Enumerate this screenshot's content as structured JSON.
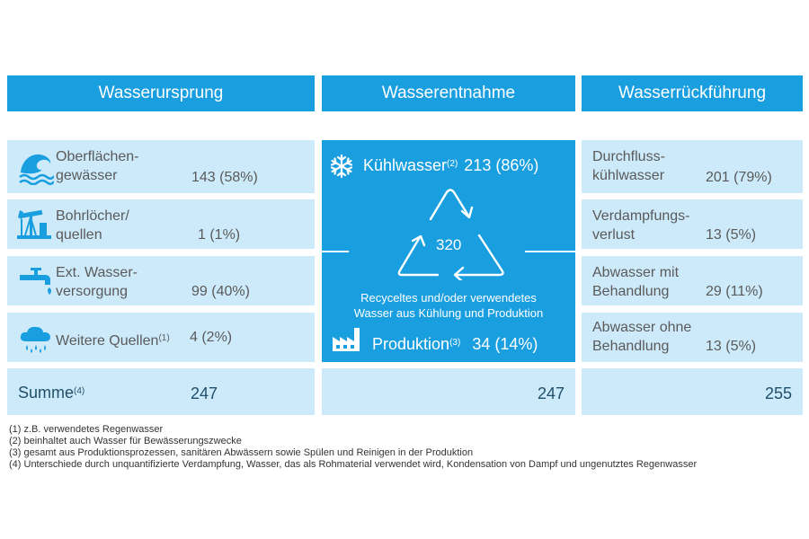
{
  "colors": {
    "header": "#199ee0",
    "cell": "#cdeafa",
    "icon": "#199ee0",
    "sum_text": "#1f4f6a"
  },
  "headers": {
    "origin": "Wasserursprung",
    "withdrawal": "Wasserentnahme",
    "return": "Wasserrückführung"
  },
  "origin": {
    "items": [
      {
        "line1": "Oberflächen-",
        "line2": "gewässer",
        "value": "143 (58%)",
        "icon": "wave-icon"
      },
      {
        "line1": "Bohrlöcher/",
        "line2": "quellen",
        "value": "1 (1%)",
        "icon": "pumpjack-icon"
      },
      {
        "line1": "Ext. Wasser-",
        "line2": "versorgung",
        "value": "99 (40%)",
        "icon": "faucet-icon"
      },
      {
        "line1": "Weitere Quellen",
        "sup": "(1)",
        "value": "4 (2%)",
        "icon": "rain-cloud-icon"
      }
    ],
    "sum_label": "Summe",
    "sum_sup": "(4)",
    "sum_value": "247"
  },
  "withdrawal": {
    "cooling_label": "Kühlwasser",
    "cooling_sup": "(2)",
    "cooling_value": "213 (86%)",
    "recycle_value": "320",
    "recycle_line1": "Recyceltes und/oder verwendetes",
    "recycle_line2": "Wasser aus Kühlung und Produktion",
    "production_label": "Produktion",
    "production_sup": "(3)",
    "production_value": "34 (14%)",
    "sum_value": "247"
  },
  "return": {
    "items": [
      {
        "line1": "Durchfluss-",
        "line2": "kühlwasser",
        "value": "201 (79%)"
      },
      {
        "line1": "Verdampfungs-",
        "line2": "verlust",
        "value": "13 (5%)"
      },
      {
        "line1": "Abwasser mit",
        "line2": "Behandlung",
        "value": "29 (11%)"
      },
      {
        "line1": "Abwasser ohne",
        "line2": "Behandlung",
        "value": "13 (5%)"
      }
    ],
    "sum_value": "255"
  },
  "footnotes": [
    "(1) z.B. verwendetes Regenwasser",
    "(2) beinhaltet auch Wasser für Bewässerungszwecke",
    "(3) gesamt aus Produktionsprozessen, sanitären Abwässern sowie Spülen und Reinigen in der Produktion",
    "(4) Unterschiede durch unquantifizierte Verdampfung, Wasser, das als Rohmaterial verwendet wird, Kondensation von Dampf und ungenutztes Regenwasser"
  ]
}
